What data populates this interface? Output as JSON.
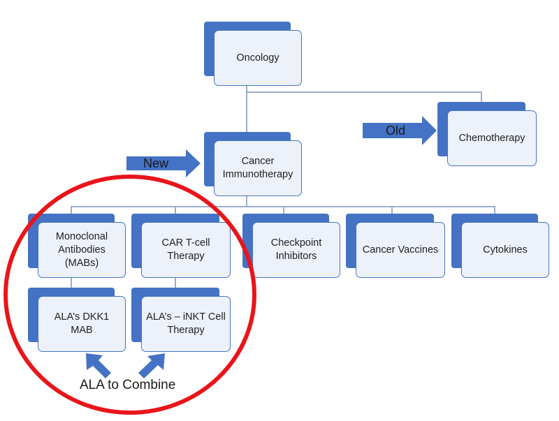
{
  "nodes": {
    "oncology": "Oncology",
    "chemotherapy": "Chemotherapy",
    "cancer_immunotherapy": "Cancer Immunotherapy",
    "monoclonal_antibodies": "Monoclonal Antibodies (MABs)",
    "car_t_cell": "CAR T-cell Therapy",
    "checkpoint_inhibitors": "Checkpoint Inhibitors",
    "cancer_vaccines": "Cancer Vaccines",
    "cytokines": "Cytokines",
    "ala_dkk1_mab": "ALA’s DKK1 MAB",
    "ala_inkt": "ALA’s – iNKT Cell Therapy"
  },
  "arrows": {
    "new_label": "New",
    "old_label": "Old",
    "combine_label": "ALA to Combine"
  },
  "colors": {
    "box_back": "#4472c4",
    "box_front": "#edf1fa",
    "arrow": "#4472c4",
    "connector": "#9aaecf",
    "highlight_circle": "#e8151b"
  }
}
